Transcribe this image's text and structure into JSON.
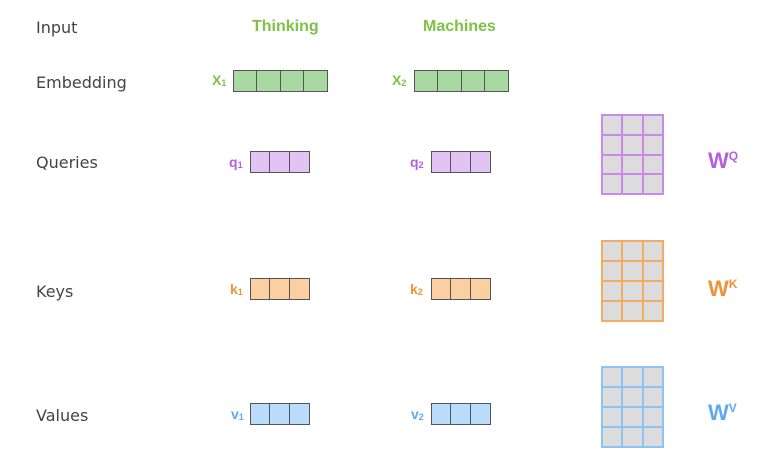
{
  "rows": {
    "input": "Input",
    "embedding": "Embedding",
    "queries": "Queries",
    "keys": "Keys",
    "values": "Values"
  },
  "words": [
    "Thinking",
    "Machines"
  ],
  "vectors": {
    "x1": {
      "base": "X",
      "sub": "1"
    },
    "x2": {
      "base": "X",
      "sub": "2"
    },
    "q1": {
      "base": "q",
      "sub": "1"
    },
    "q2": {
      "base": "q",
      "sub": "2"
    },
    "k1": {
      "base": "k",
      "sub": "1"
    },
    "k2": {
      "base": "k",
      "sub": "2"
    },
    "v1": {
      "base": "v",
      "sub": "1"
    },
    "v2": {
      "base": "v",
      "sub": "2"
    }
  },
  "weights": {
    "wq": {
      "base": "W",
      "sup": "Q"
    },
    "wk": {
      "base": "W",
      "sup": "K"
    },
    "wv": {
      "base": "W",
      "sup": "V"
    }
  },
  "colors": {
    "embedding_fill": "#a8d9a0",
    "embedding_text": "#7dc242",
    "query_fill": "#e1c4f3",
    "query_text": "#b560de",
    "key_fill": "#fbcf9f",
    "key_text": "#f0913b",
    "value_fill": "#b9dcfa",
    "value_text": "#5cabf0"
  }
}
